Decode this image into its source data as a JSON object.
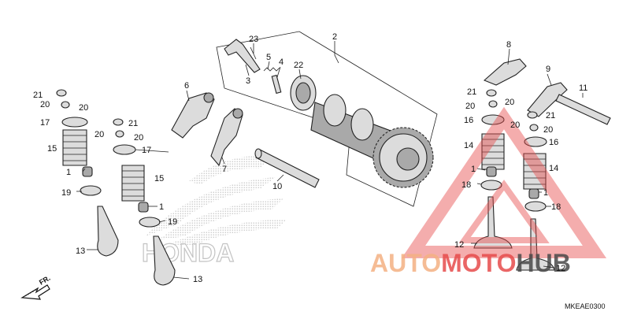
{
  "diagram": {
    "code": "MKEAE0300",
    "direction_label": "FR.",
    "brand_watermark": "HONDA",
    "overlay_watermark": {
      "part1": "AUTO",
      "part2": "MOTO",
      "part3": "HUB"
    },
    "colors": {
      "watermark_orange": "#f4b183",
      "watermark_red": "#e74c4c",
      "dark": "#4a4a4a",
      "line": "#222222"
    },
    "callouts": {
      "c2": "2",
      "c23": "23",
      "c5": "5",
      "c4": "4",
      "c22": "22",
      "c3": "3",
      "c6": "6",
      "c7": "7",
      "c10": "10",
      "c8": "8",
      "c9": "9",
      "c11": "11",
      "c21a": "21",
      "c20a": "20",
      "c20b": "20",
      "c17a": "17",
      "c15a": "15",
      "c1a": "1",
      "c19a": "19",
      "c13a": "13",
      "c21b": "21",
      "c20c": "20",
      "c20d": "20",
      "c17b": "17",
      "c15b": "15",
      "c1b": "1",
      "c19b": "19",
      "c13b": "13",
      "c21c": "21",
      "c20e": "20",
      "c20f": "20",
      "c16a": "16",
      "c14a": "14",
      "c1c": "1",
      "c18a": "18",
      "c12a": "12",
      "c21d": "21",
      "c20g": "20",
      "c20h": "20",
      "c16b": "16",
      "c14b": "14",
      "c1d": "1",
      "c18b": "18",
      "c12b": "12"
    }
  }
}
